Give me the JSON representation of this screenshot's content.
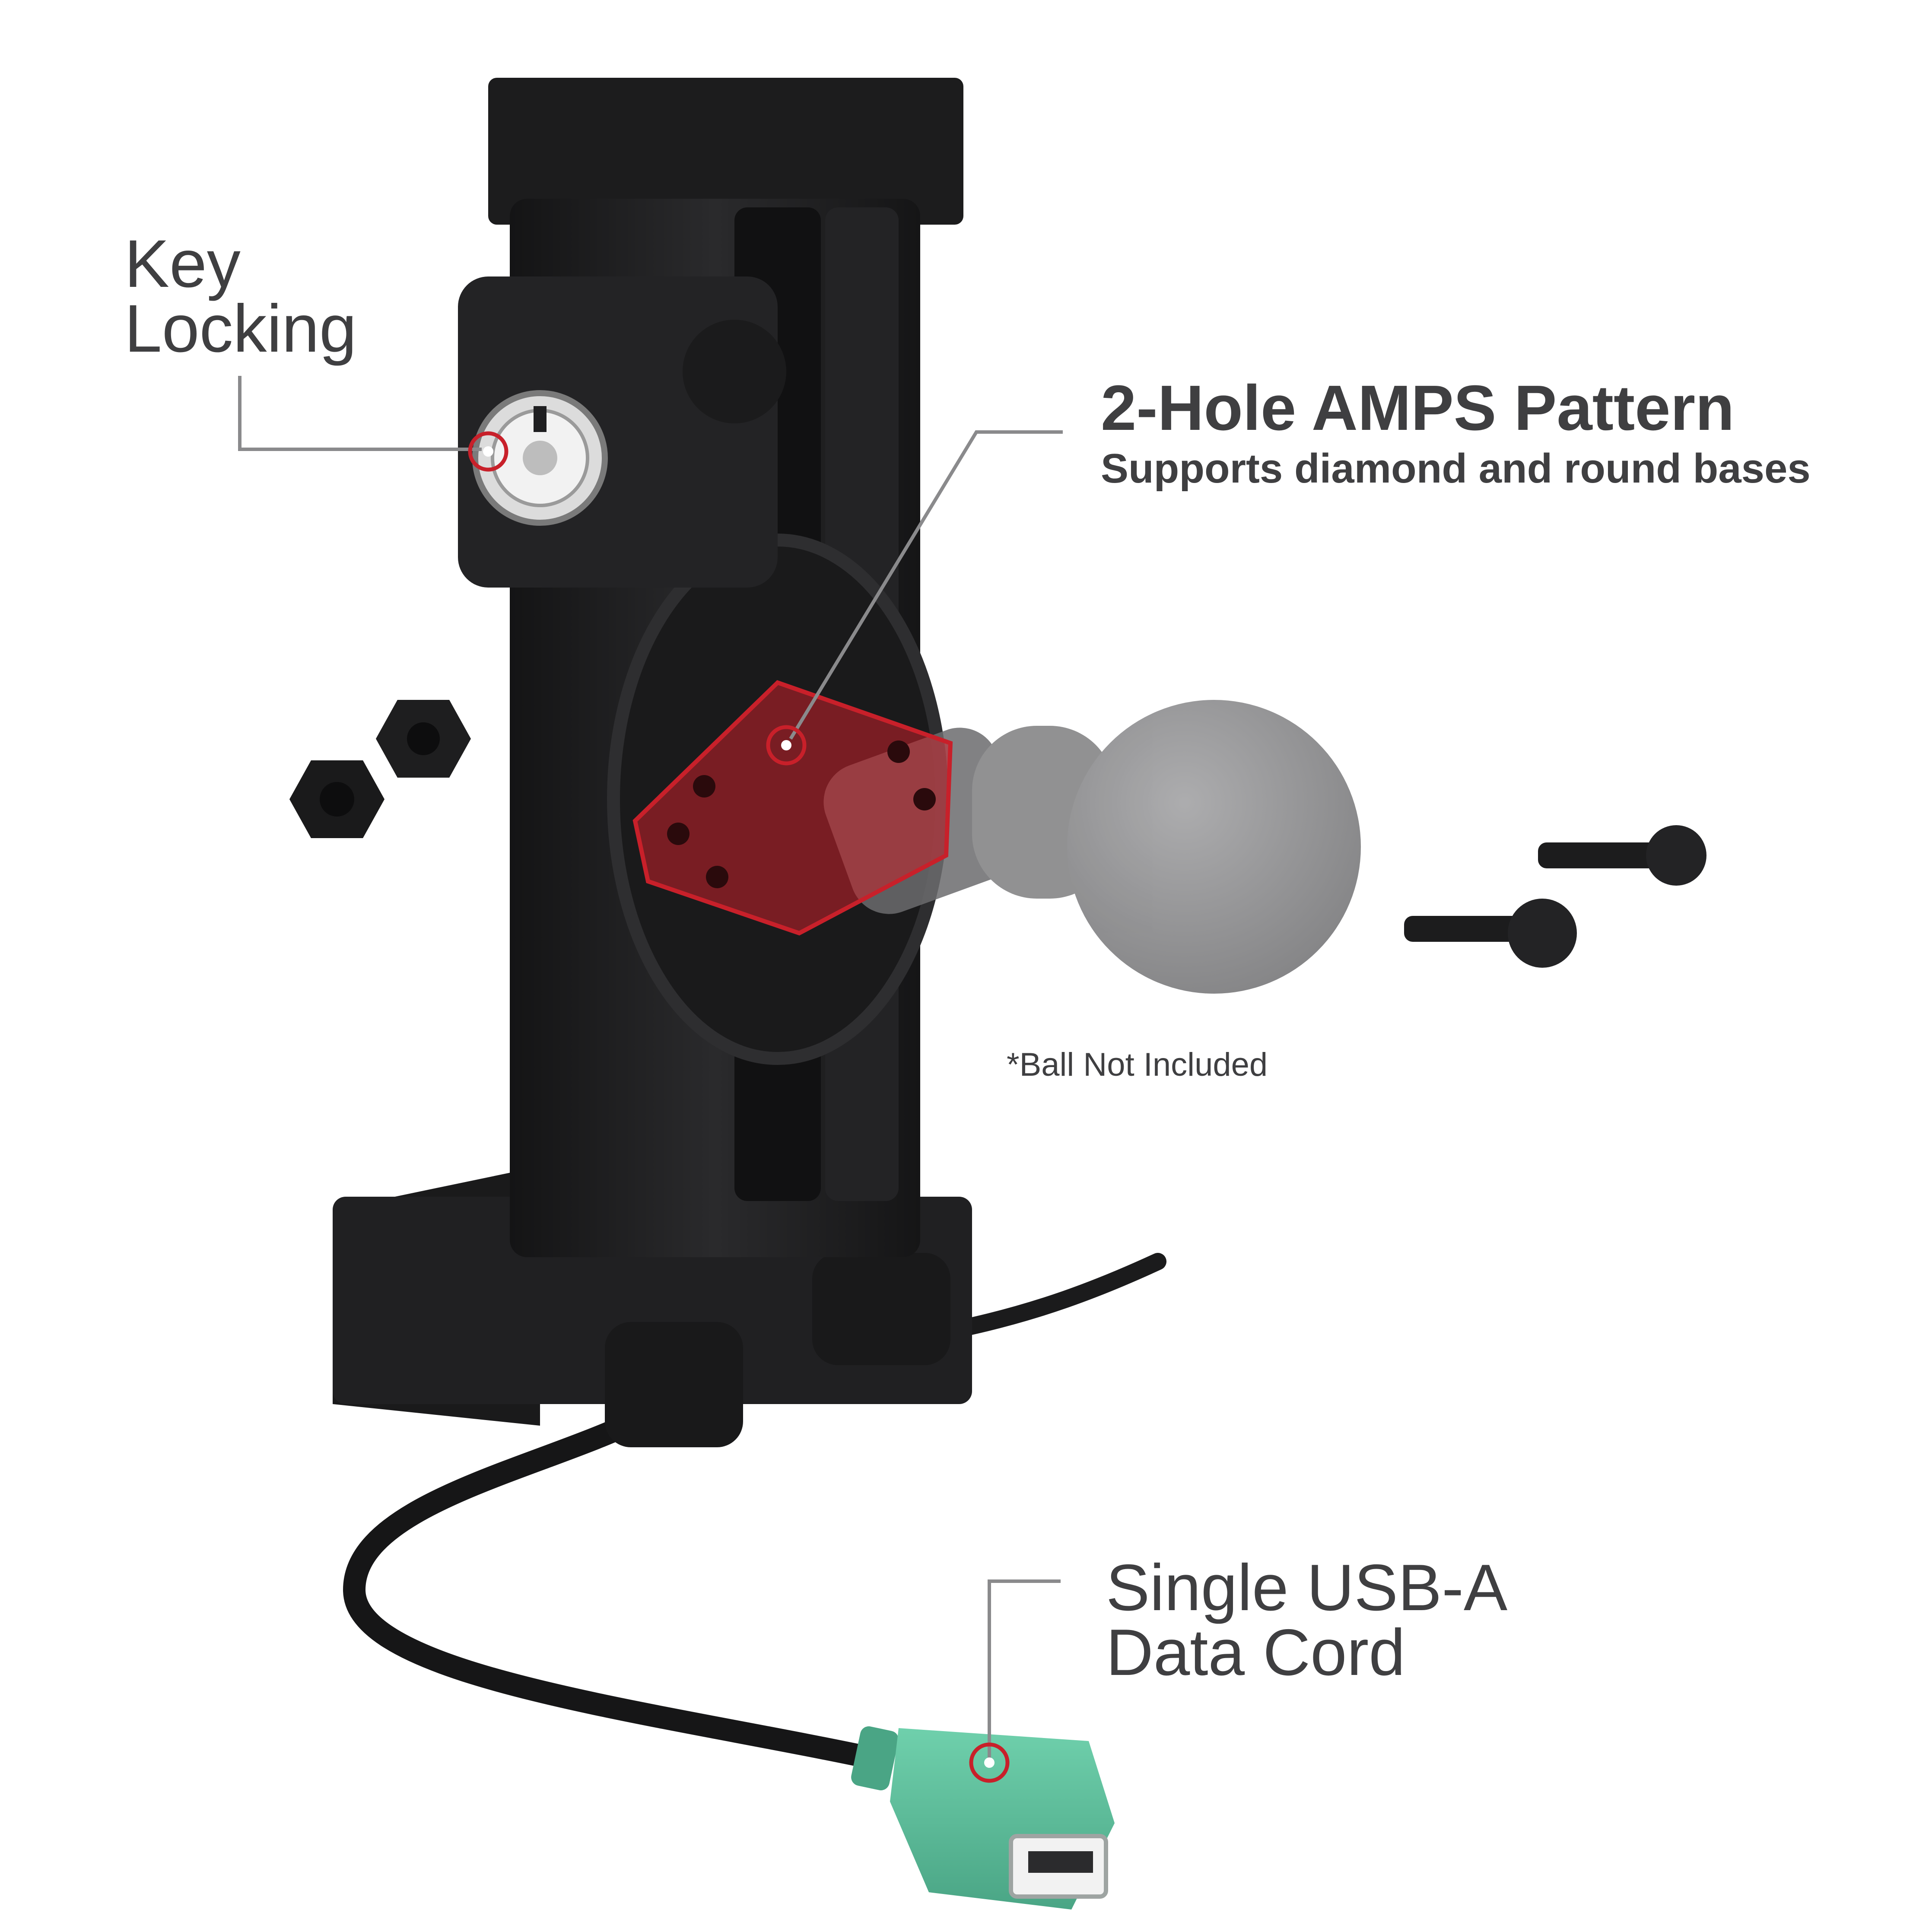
{
  "callouts": {
    "key_locking": {
      "line1": "Key",
      "line2": "Locking"
    },
    "amps": {
      "title": "2-Hole AMPS Pattern",
      "subtitle": "Supports diamond and round bases"
    },
    "ball_note": "*Ball Not Included",
    "usb": {
      "line1": "Single USB-A",
      "line2": "Data Cord"
    }
  },
  "colors": {
    "accent_red": "#c8202a",
    "cradle_black": "#1f1f21",
    "usb_green": "#5fbf9b",
    "text_gray": "#3f3f41",
    "ghost_ball_gray": "#8a8a8c"
  }
}
